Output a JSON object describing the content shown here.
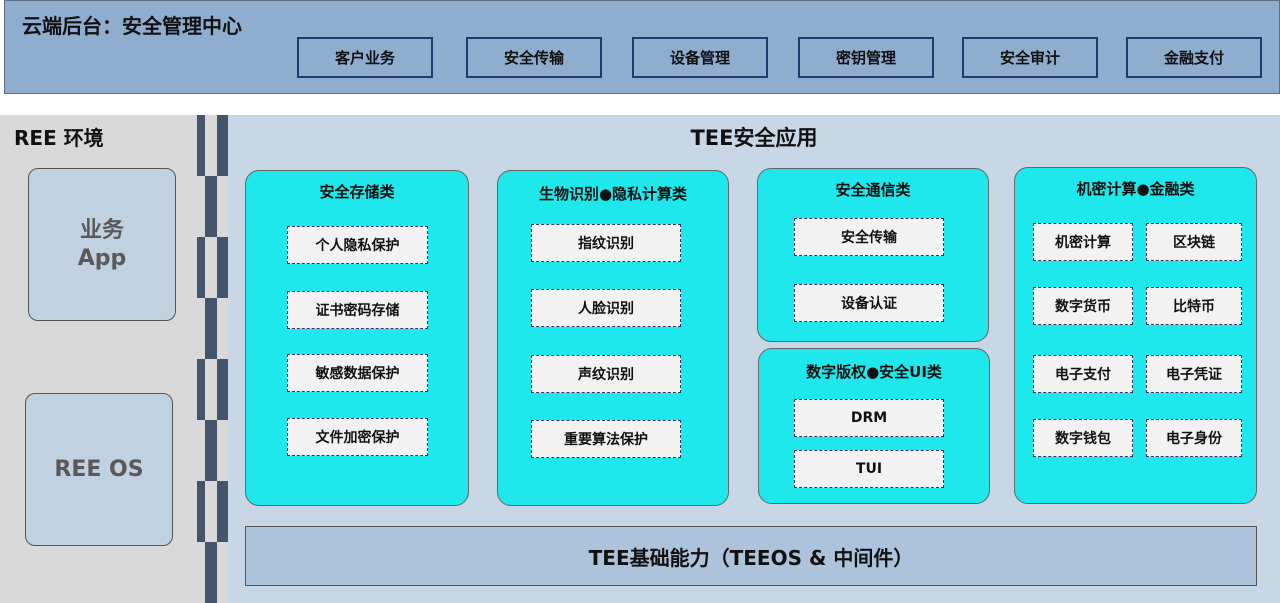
{
  "header": {
    "title": "云端后台：安全管理中心",
    "buttons": [
      "客户业务",
      "安全传输",
      "设备管理",
      "密钥管理",
      "安全审计",
      "金融支付"
    ]
  },
  "ree": {
    "title": "REE 环境",
    "app_line1": "业务",
    "app_line2": "App",
    "os": "REE OS"
  },
  "tee": {
    "title": "TEE安全应用",
    "cards": [
      {
        "title": "安全存储类",
        "items": [
          "个人隐私保护",
          "证书密码存储",
          "敏感数据保护",
          "文件加密保护"
        ]
      },
      {
        "title": "生物识别●隐私计算类",
        "items": [
          "指纹识别",
          "人脸识别",
          "声纹识别",
          "重要算法保护"
        ]
      },
      {
        "title": "安全通信类",
        "items": [
          "安全传输",
          "设备认证"
        ]
      },
      {
        "title": "数字版权●安全UI类",
        "items": [
          "DRM",
          "TUI"
        ]
      },
      {
        "title": "机密计算●金融类",
        "items": [
          "机密计算",
          "区块链",
          "数字货币",
          "比特币",
          "电子支付",
          "电子凭证",
          "数字钱包",
          "电子身份"
        ]
      }
    ],
    "base": "TEE基础能力（TEEOS & 中间件）"
  },
  "colors": {
    "card": "#1ee8ec",
    "header": "#8eadcf",
    "tee_bg": "#c7d7e6",
    "ree_bg": "#d9d9d9",
    "divider": "#44546a"
  }
}
